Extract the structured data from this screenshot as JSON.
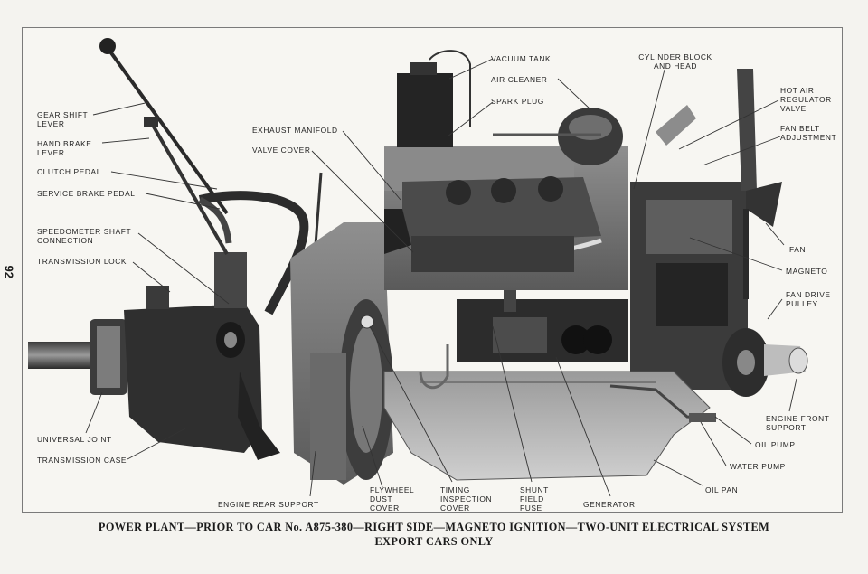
{
  "page_number": "92",
  "callouts": {
    "gear_shift_lever": "GEAR SHIFT LEVER",
    "hand_brake_lever": "HAND BRAKE LEVER",
    "clutch_pedal": "CLUTCH PEDAL",
    "service_brake_pedal": "SERVICE BRAKE PEDAL",
    "speedometer_shaft_connection": "SPEEDOMETER SHAFT CONNECTION",
    "transmission_lock": "TRANSMISSION LOCK",
    "universal_joint": "UNIVERSAL JOINT",
    "transmission_case": "TRANSMISSION CASE",
    "engine_rear_support": "ENGINE REAR SUPPORT",
    "flywheel_dust_cover": "FLYWHEEL DUST COVER",
    "timing_inspection_cover": "TIMING INSPECTION COVER",
    "shunt_field_fuse": "SHUNT FIELD FUSE",
    "generator": "GENERATOR",
    "oil_pan": "OIL PAN",
    "water_pump": "WATER PUMP",
    "oil_pump": "OIL PUMP",
    "engine_front_support": "ENGINE FRONT SUPPORT",
    "fan_drive_pulley": "FAN DRIVE PULLEY",
    "magneto": "MAGNETO",
    "fan": "FAN",
    "fan_belt_adjustment": "FAN BELT ADJUSTMENT",
    "hot_air_regulator_valve": "HOT AIR REGULATOR VALVE",
    "cylinder_block_and_head": "CYLINDER BLOCK AND HEAD",
    "vacuum_tank": "VACUUM TANK",
    "air_cleaner": "AIR CLEANER",
    "spark_plug": "SPARK PLUG",
    "exhaust_manifold": "EXHAUST MANIFOLD",
    "valve_cover": "VALVE COVER"
  },
  "caption": {
    "line1": "POWER PLANT—PRIOR TO CAR No. A875-380—RIGHT SIDE—MAGNETO IGNITION—TWO-UNIT ELECTRICAL SYSTEM",
    "line2": "EXPORT CARS ONLY"
  },
  "colors": {
    "ink": "#1e1e1e",
    "paper": "#f4f3ef",
    "engine_dark": "#2b2b2b",
    "engine_mid": "#6e6e6e",
    "engine_light": "#b9b9b9"
  }
}
